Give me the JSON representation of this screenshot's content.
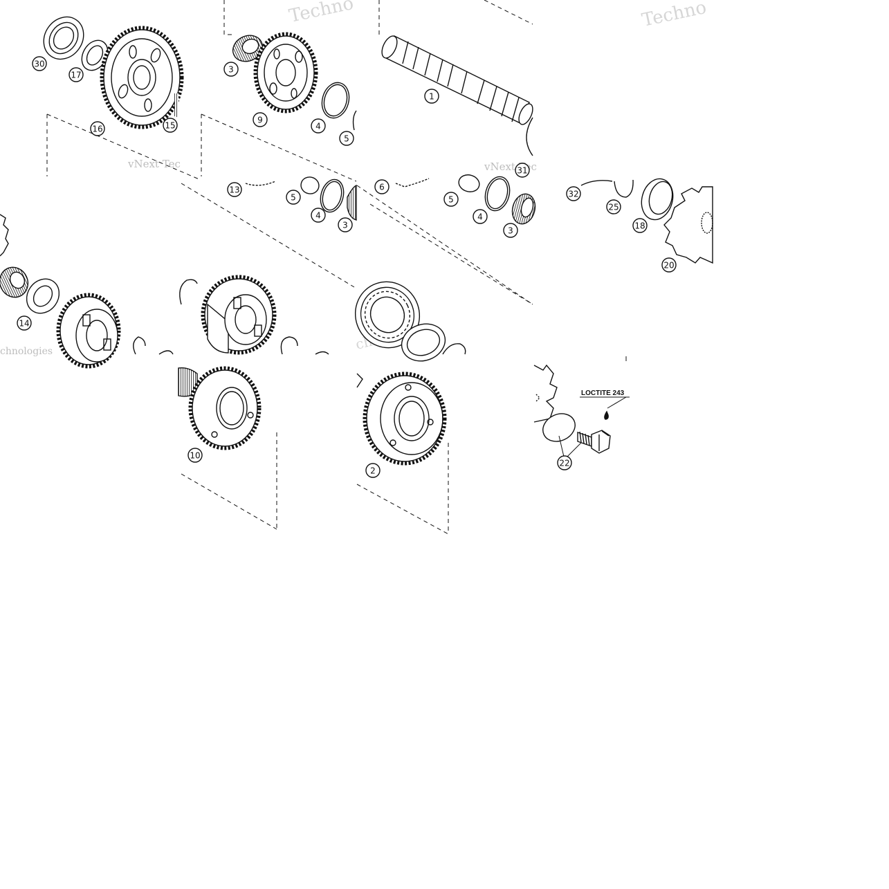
{
  "diagram": {
    "callouts": {
      "c30": "30",
      "c17": "17",
      "c16": "16",
      "c15": "15",
      "c3a": "3",
      "c9": "9",
      "c4a": "4",
      "c5a": "5",
      "c1": "1",
      "c31": "31",
      "c13": "13",
      "c5b": "5",
      "c4b": "4",
      "c3b": "3",
      "c6": "6",
      "c5c": "5",
      "c4c": "4",
      "c3c": "3",
      "c32": "32",
      "c25": "25",
      "c18": "18",
      "c20": "20",
      "c14": "14",
      "c10": "10",
      "c2": "2",
      "c22": "22"
    },
    "annotation": "LOCTITE 243",
    "watermarks": {
      "w1": "Techno",
      "w2": "Techno",
      "w3": "vNext Tec",
      "w4": "vNext Tec",
      "w5": "chnologies",
      "w6": "chnologies"
    }
  },
  "colors": {
    "line": "#111111",
    "watermark": "#cfcfcf",
    "background": "#ffffff"
  }
}
